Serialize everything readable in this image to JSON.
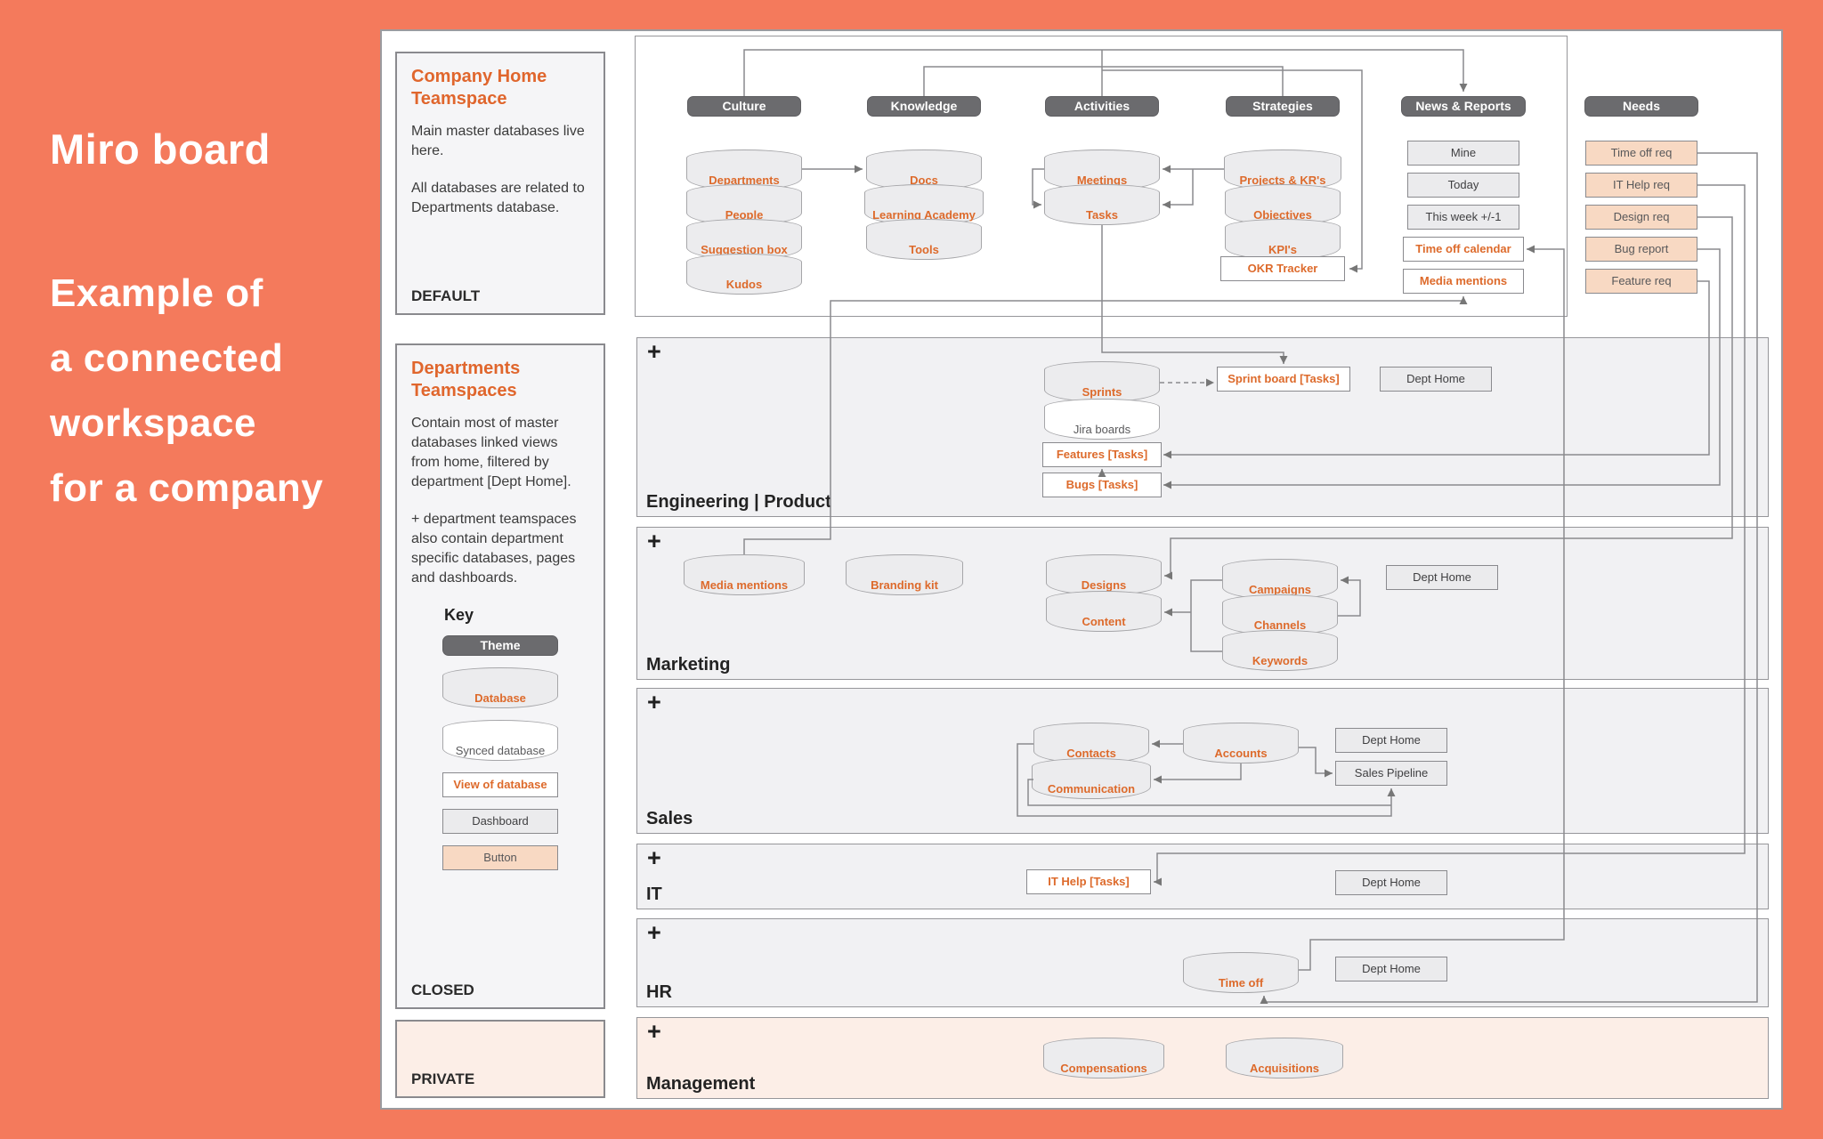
{
  "side_note": {
    "title": "Miro board",
    "lines": [
      "Example of",
      "a connected",
      "workspace",
      "for a company"
    ]
  },
  "panels": {
    "home": {
      "title_lines": [
        "Company Home",
        "Teamspace"
      ],
      "paragraphs": [
        "Main master databases live here.",
        "All databases are related to Departments database."
      ],
      "footer": "DEFAULT"
    },
    "departments": {
      "title_lines": [
        "Departments",
        "Teamspaces"
      ],
      "paragraphs": [
        "Contain most of master databases linked views from home, filtered by department [Dept Home].",
        "+ department teamspaces also contain department specific databases, pages and dashboards."
      ],
      "key": {
        "title": "Key",
        "items": [
          {
            "type": "theme",
            "label": "Theme"
          },
          {
            "type": "db",
            "label": "Database"
          },
          {
            "type": "synced",
            "label": "Synced database"
          },
          {
            "type": "view",
            "label": "View of database"
          },
          {
            "type": "dash",
            "label": "Dashboard"
          },
          {
            "type": "button",
            "label": "Button"
          }
        ]
      },
      "footer": "CLOSED"
    },
    "private": {
      "footer": "PRIVATE"
    }
  },
  "diagram": {
    "plus_glyph": "+",
    "rows": [
      {
        "label": "Engineering | Product",
        "plus": true,
        "tint": "gray"
      },
      {
        "label": "Marketing",
        "plus": true,
        "tint": "gray"
      },
      {
        "label": "Sales",
        "plus": true,
        "tint": "gray"
      },
      {
        "label": "IT",
        "plus": true,
        "tint": "gray"
      },
      {
        "label": "HR",
        "plus": true,
        "tint": "gray"
      },
      {
        "label": "Management",
        "plus": true,
        "tint": "pink"
      }
    ],
    "nodes": [
      {
        "name": "theme-culture",
        "type": "theme",
        "label": "Culture"
      },
      {
        "name": "theme-knowledge",
        "type": "theme",
        "label": "Knowledge"
      },
      {
        "name": "theme-activities",
        "type": "theme",
        "label": "Activities"
      },
      {
        "name": "theme-strategies",
        "type": "theme",
        "label": "Strategies"
      },
      {
        "name": "theme-news-reports",
        "type": "theme",
        "label": "News & Reports"
      },
      {
        "name": "theme-needs",
        "type": "theme",
        "label": "Needs"
      },
      {
        "name": "db-departments",
        "type": "db",
        "label": "Departments"
      },
      {
        "name": "db-people",
        "type": "db",
        "label": "People"
      },
      {
        "name": "db-suggestion-box",
        "type": "db",
        "label": "Suggestion box"
      },
      {
        "name": "db-kudos",
        "type": "db",
        "label": "Kudos"
      },
      {
        "name": "db-docs",
        "type": "db",
        "label": "Docs"
      },
      {
        "name": "db-learning-academy",
        "type": "db",
        "label": "Learning Academy"
      },
      {
        "name": "db-tools",
        "type": "db",
        "label": "Tools"
      },
      {
        "name": "db-meetings",
        "type": "db",
        "label": "Meetings"
      },
      {
        "name": "db-tasks",
        "type": "db",
        "label": "Tasks"
      },
      {
        "name": "db-projects-krs",
        "type": "db",
        "label": "Projects & KR's"
      },
      {
        "name": "db-objectives",
        "type": "db",
        "label": "Objectives"
      },
      {
        "name": "db-kpis",
        "type": "db",
        "label": "KPI's"
      },
      {
        "name": "view-okr-tracker",
        "type": "view",
        "label": "OKR Tracker"
      },
      {
        "name": "dash-mine",
        "type": "dash",
        "label": "Mine"
      },
      {
        "name": "dash-today",
        "type": "dash",
        "label": "Today"
      },
      {
        "name": "dash-this-week",
        "type": "dash",
        "label": "This week +/-1"
      },
      {
        "name": "view-time-off-calendar",
        "type": "view",
        "label": "Time off calendar"
      },
      {
        "name": "view-media-mentions-news",
        "type": "view",
        "label": "Media mentions"
      },
      {
        "name": "btn-time-off-req",
        "type": "button",
        "label": "Time off req"
      },
      {
        "name": "btn-it-help-req",
        "type": "button",
        "label": "IT Help req"
      },
      {
        "name": "btn-design-req",
        "type": "button",
        "label": "Design req"
      },
      {
        "name": "btn-bug-report",
        "type": "button",
        "label": "Bug report"
      },
      {
        "name": "btn-feature-req",
        "type": "button",
        "label": "Feature req"
      },
      {
        "name": "db-sprints",
        "type": "db",
        "label": "Sprints"
      },
      {
        "name": "synced-jira-boards",
        "type": "synced",
        "label": "Jira boards"
      },
      {
        "name": "view-features-tasks",
        "type": "view",
        "label": "Features [Tasks]"
      },
      {
        "name": "view-bugs-tasks",
        "type": "view",
        "label": "Bugs [Tasks]"
      },
      {
        "name": "view-sprint-board",
        "type": "view",
        "label": "Sprint board [Tasks]"
      },
      {
        "name": "dash-dept-home-eng",
        "type": "dash",
        "label": "Dept Home"
      },
      {
        "name": "db-media-mentions-mktg",
        "type": "db",
        "label": "Media mentions"
      },
      {
        "name": "db-branding-kit",
        "type": "db",
        "label": "Branding kit"
      },
      {
        "name": "db-designs",
        "type": "db",
        "label": "Designs"
      },
      {
        "name": "db-content",
        "type": "db",
        "label": "Content"
      },
      {
        "name": "db-campaigns",
        "type": "db",
        "label": "Campaigns"
      },
      {
        "name": "db-channels",
        "type": "db",
        "label": "Channels"
      },
      {
        "name": "db-keywords",
        "type": "db",
        "label": "Keywords"
      },
      {
        "name": "dash-dept-home-mktg",
        "type": "dash",
        "label": "Dept Home"
      },
      {
        "name": "db-contacts",
        "type": "db",
        "label": "Contacts"
      },
      {
        "name": "db-communication",
        "type": "db",
        "label": "Communication"
      },
      {
        "name": "db-accounts",
        "type": "db",
        "label": "Accounts"
      },
      {
        "name": "dash-dept-home-sales",
        "type": "dash",
        "label": "Dept Home"
      },
      {
        "name": "dash-sales-pipeline",
        "type": "dash",
        "label": "Sales Pipeline"
      },
      {
        "name": "view-it-help-tasks",
        "type": "view",
        "label": "IT Help [Tasks]"
      },
      {
        "name": "dash-dept-home-it",
        "type": "dash",
        "label": "Dept Home"
      },
      {
        "name": "db-time-off",
        "type": "db",
        "label": "Time off"
      },
      {
        "name": "dash-dept-home-hr",
        "type": "dash",
        "label": "Dept Home"
      },
      {
        "name": "db-compensations",
        "type": "db",
        "label": "Compensations"
      },
      {
        "name": "db-acquisitions",
        "type": "db",
        "label": "Acquisitions"
      }
    ]
  },
  "colors": {
    "background_orange": "#F47A5C",
    "accent_orange_text": "#DD6A2B",
    "heading_orange": "#E0662D",
    "theme_pill_gray": "#6B6B6E",
    "button_peach": "#F8D9C3",
    "private_pink": "#FCEEE7",
    "row_gray": "#F1F1F3"
  }
}
